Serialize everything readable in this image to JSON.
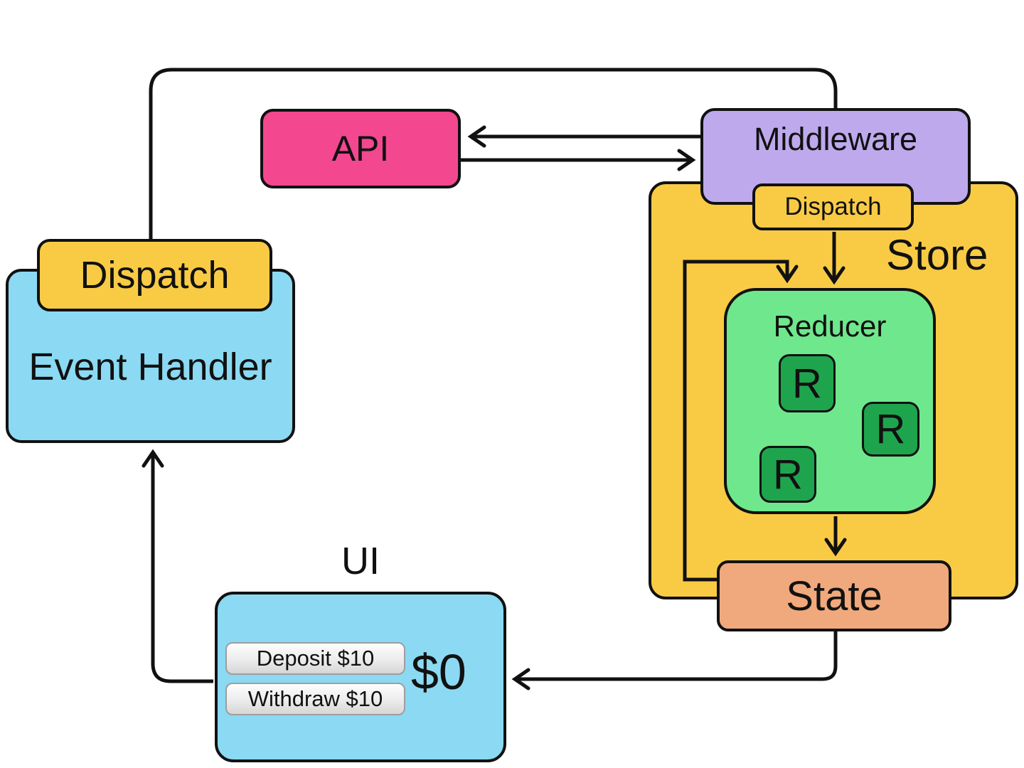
{
  "palette": {
    "api_pink": "#F3478F",
    "middleware_purple": "#BEA9EC",
    "store_yellow": "#F9CB45",
    "reducer_light_green": "#6FE78C",
    "reducer_dark_green": "#1FA44E",
    "state_orange": "#F0A97C",
    "ui_blue": "#8BD9F2",
    "line_black": "#111111",
    "button_gray": "#e6e6e6"
  },
  "nodes": {
    "api": {
      "label": "API"
    },
    "middleware": {
      "label": "Middleware"
    },
    "store": {
      "label": "Store"
    },
    "store_dispatch": {
      "label": "Dispatch"
    },
    "reducer": {
      "label": "Reducer",
      "reducers": [
        "R",
        "R",
        "R"
      ]
    },
    "state": {
      "label": "State"
    },
    "eh_dispatch": {
      "label": "Dispatch"
    },
    "event_handler": {
      "label": "Event Handler"
    },
    "ui": {
      "label": "UI",
      "balance": "$0",
      "buttons": [
        "Deposit $10",
        "Withdraw $10"
      ]
    }
  },
  "edges": [
    "eh-dispatch-to-middleware",
    "middleware-to-api",
    "api-to-middleware",
    "store-dispatch-to-reducer",
    "state-loop-to-reducer",
    "reducer-to-state",
    "state-to-ui",
    "ui-to-event-handler"
  ]
}
